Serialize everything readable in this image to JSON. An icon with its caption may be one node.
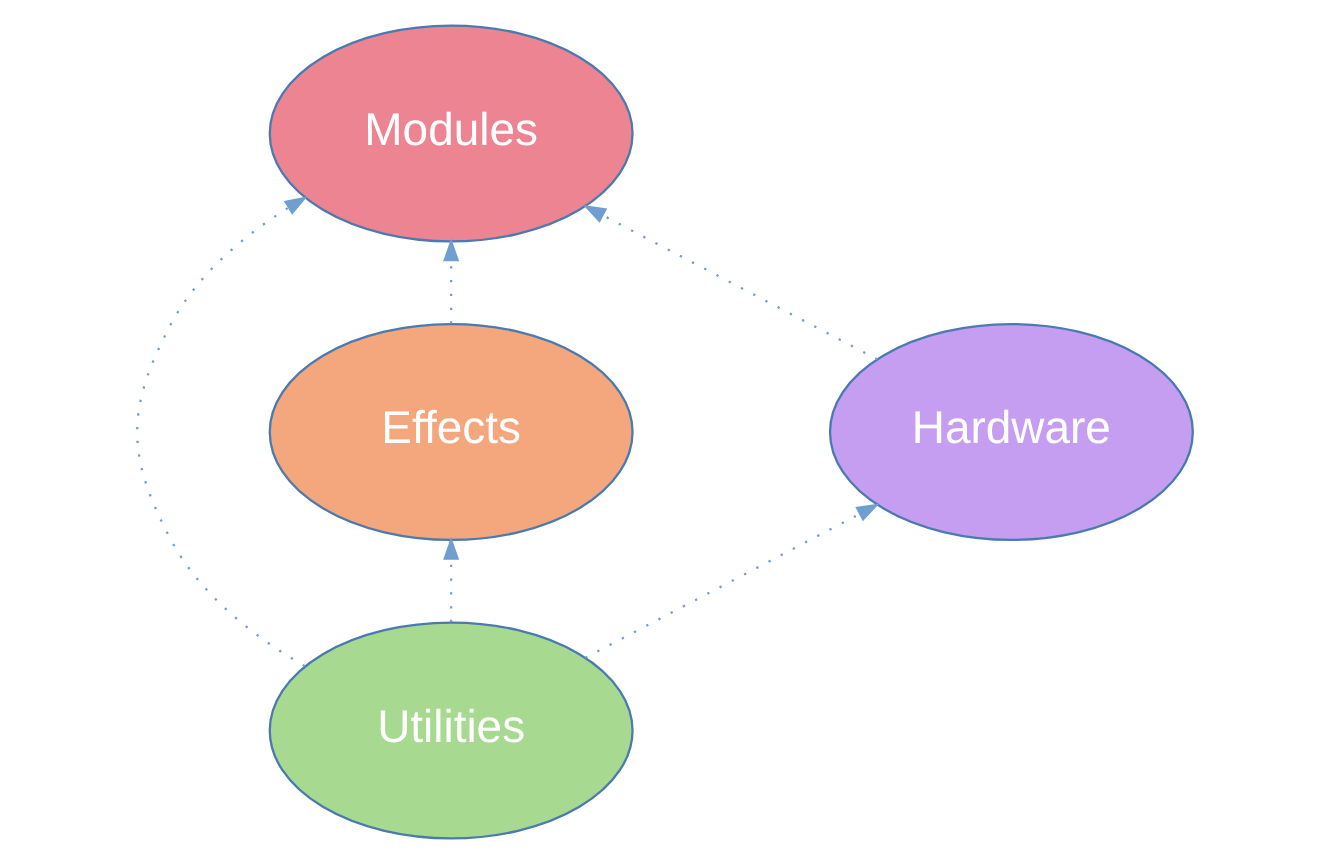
{
  "diagram": {
    "nodes": [
      {
        "text": [
          "Modules"
        ]
      },
      {
        "text": [
          "Effects"
        ]
      },
      {
        "text": [
          "Hardware"
        ]
      },
      {
        "text": [
          "Utilities"
        ]
      }
    ],
    "edges": [
      {
        "from": 1,
        "to": 0,
        "arrow": "to",
        "style": "dashed"
      },
      {
        "from": 2,
        "to": 0,
        "arrow": "to",
        "style": "dashed"
      },
      {
        "from": 3,
        "to": 0,
        "arrow": "to",
        "style": "dashed"
      },
      {
        "from": 3,
        "to": 1,
        "arrow": "to",
        "style": "dashed"
      },
      {
        "from": 3,
        "to": 2,
        "arrow": "to",
        "style": "dashed"
      }
    ]
  }
}
